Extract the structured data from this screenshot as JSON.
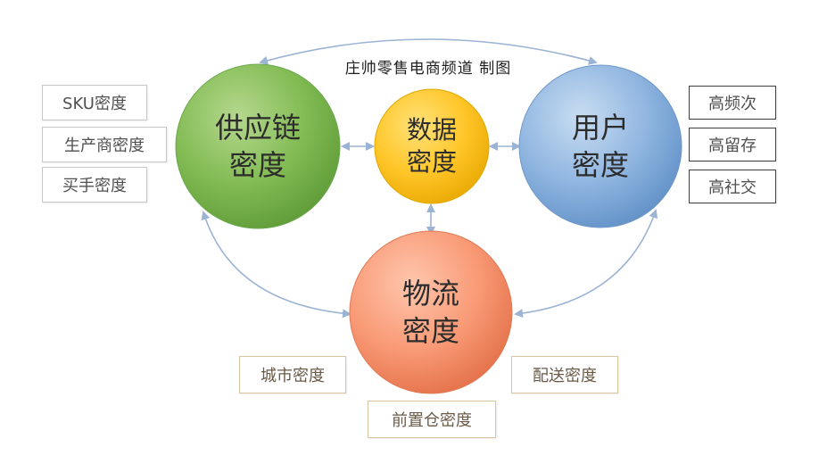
{
  "title": "庄帅零售电商频道 制图",
  "circles": {
    "supply": {
      "line1": "供应链",
      "line2": "密度",
      "color": "#70ad47"
    },
    "data": {
      "line1": "数据",
      "line2": "密度",
      "color": "#ffc000"
    },
    "user": {
      "line1": "用户",
      "line2": "密度",
      "color": "#5b9bd5"
    },
    "logistics": {
      "line1": "物流",
      "line2": "密度",
      "color": "#f4845f"
    }
  },
  "left_boxes": [
    "SKU密度",
    "生产商密度",
    "买手密度"
  ],
  "right_boxes": [
    "高频次",
    "高留存",
    "高社交"
  ],
  "bottom_boxes": [
    "城市密度",
    "前置仓密度",
    "配送密度"
  ],
  "arrow_color": "#9bb3d4"
}
